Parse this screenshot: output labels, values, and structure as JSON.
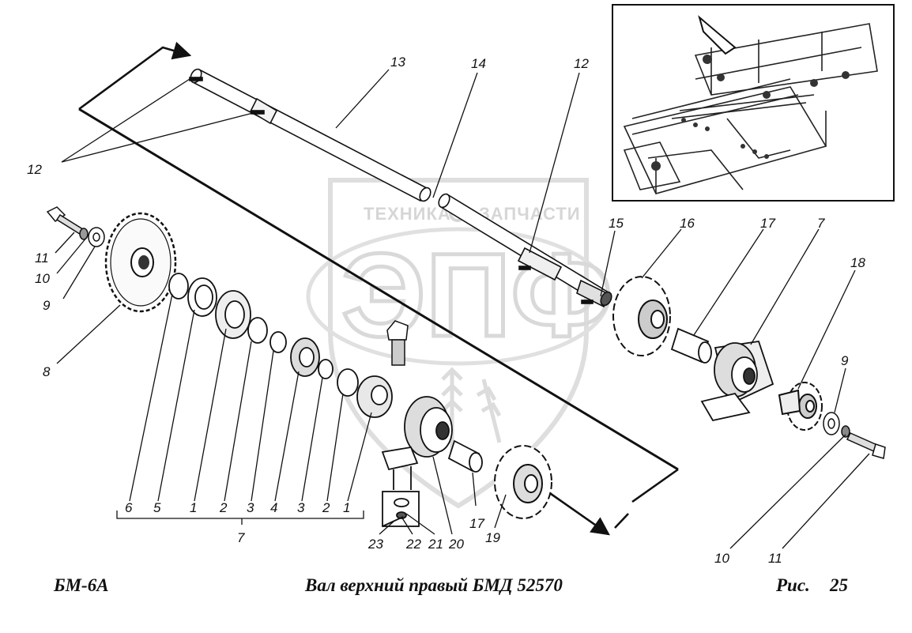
{
  "watermark": {
    "brand_left": "ТЕХНИКА",
    "brand_right": "ЗАПЧАСТИ",
    "logo_letters": "ЭПФ",
    "gear_icon": "gear-icon"
  },
  "callouts": [
    {
      "id": "c13",
      "text": "13"
    },
    {
      "id": "c14",
      "text": "14"
    },
    {
      "id": "c12a",
      "text": "12"
    },
    {
      "id": "c12b",
      "text": "12"
    },
    {
      "id": "c15",
      "text": "15"
    },
    {
      "id": "c16",
      "text": "16"
    },
    {
      "id": "c17a",
      "text": "17"
    },
    {
      "id": "c7a",
      "text": "7"
    },
    {
      "id": "c18",
      "text": "18"
    },
    {
      "id": "c11a",
      "text": "11"
    },
    {
      "id": "c10a",
      "text": "10"
    },
    {
      "id": "c9a",
      "text": "9"
    },
    {
      "id": "c8",
      "text": "8"
    },
    {
      "id": "c9b",
      "text": "9"
    },
    {
      "id": "c6",
      "text": "6"
    },
    {
      "id": "c5",
      "text": "5"
    },
    {
      "id": "c1a",
      "text": "1"
    },
    {
      "id": "c2a",
      "text": "2"
    },
    {
      "id": "c3a",
      "text": "3"
    },
    {
      "id": "c4",
      "text": "4"
    },
    {
      "id": "c3b",
      "text": "3"
    },
    {
      "id": "c2b",
      "text": "2"
    },
    {
      "id": "c1b",
      "text": "1"
    },
    {
      "id": "c7b",
      "text": "7"
    },
    {
      "id": "c23",
      "text": "23"
    },
    {
      "id": "c22",
      "text": "22"
    },
    {
      "id": "c21",
      "text": "21"
    },
    {
      "id": "c20",
      "text": "20"
    },
    {
      "id": "c17b",
      "text": "17"
    },
    {
      "id": "c19",
      "text": "19"
    },
    {
      "id": "c10b",
      "text": "10"
    },
    {
      "id": "c11b",
      "text": "11"
    }
  ],
  "footer": {
    "model": "БМ-6А",
    "title": "Вал верхний правый  БМД 52570",
    "fig_label": "Рис.",
    "fig_number": "25"
  }
}
